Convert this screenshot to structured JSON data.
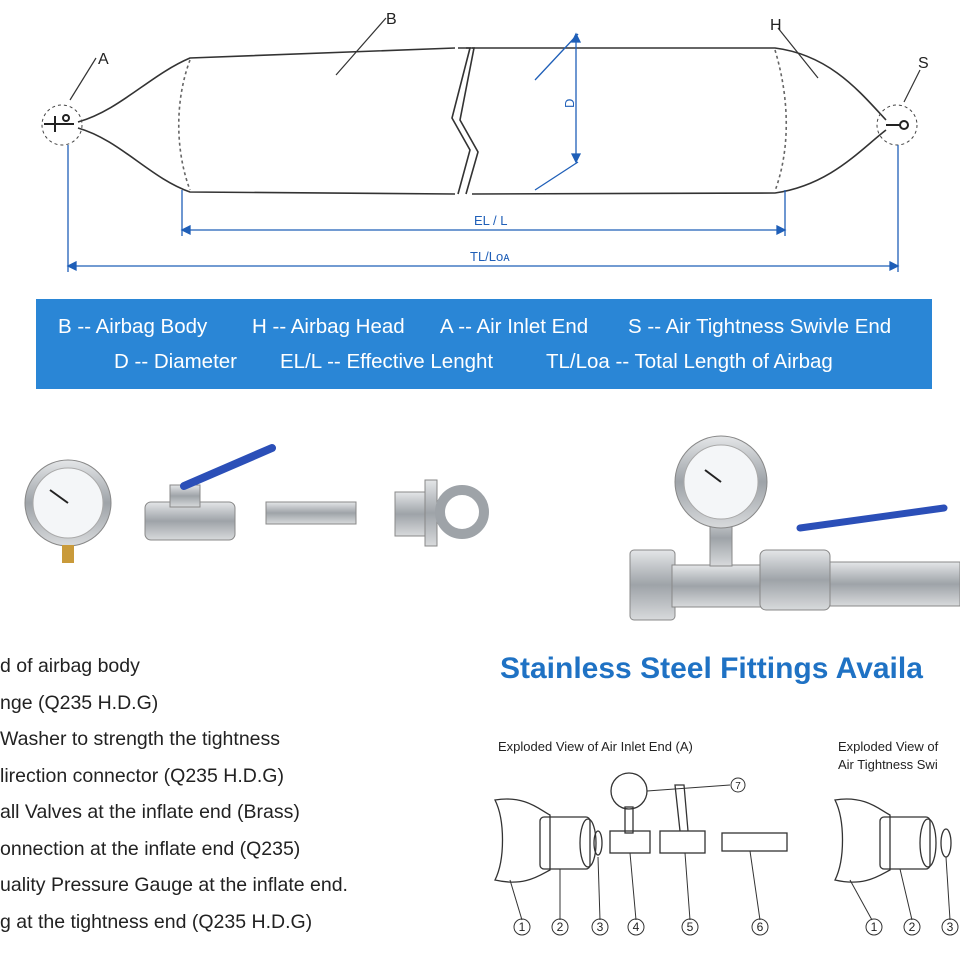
{
  "diagram": {
    "labels": {
      "b": "B",
      "h": "H",
      "a": "A",
      "s": "S",
      "d": "D",
      "el": "EL / L",
      "tl": "TL/Lᴏᴀ"
    }
  },
  "legend": {
    "row1": [
      "B -- Airbag Body",
      "H -- Airbag Head",
      "A -- Air Inlet End",
      "S -- Air Tightness Swivle End"
    ],
    "row2": [
      "D -- Diameter",
      "EL/L -- Effective Lenght",
      "TL/Loa -- Total Length of Airbag"
    ],
    "bg_color": "#2a86d6"
  },
  "fittings_list": [
    "d of airbag body",
    "nge (Q235 H.D.G)",
    " Washer to strength the tightness",
    "lirection connector (Q235 H.D.G)",
    "all Valves at the inflate end (Brass)",
    "onnection at the inflate end (Q235)",
    "uality Pressure Gauge at the inflate end.",
    "g at the tightness end (Q235 H.D.G)"
  ],
  "fittings_title": "Stainless Steel Fittings Availa",
  "exploded": {
    "inlet_title": "Exploded View of Air Inlet End (A)",
    "tight_title_1": "Exploded View of",
    "tight_title_2": "Air Tightness Swi",
    "inlet_numbers": [
      "1",
      "2",
      "3",
      "4",
      "5",
      "6",
      "7"
    ],
    "tight_numbers": [
      "1",
      "2",
      "3"
    ]
  },
  "colors": {
    "accent_blue": "#1f72c4",
    "line_blue": "#1f5fb8"
  }
}
